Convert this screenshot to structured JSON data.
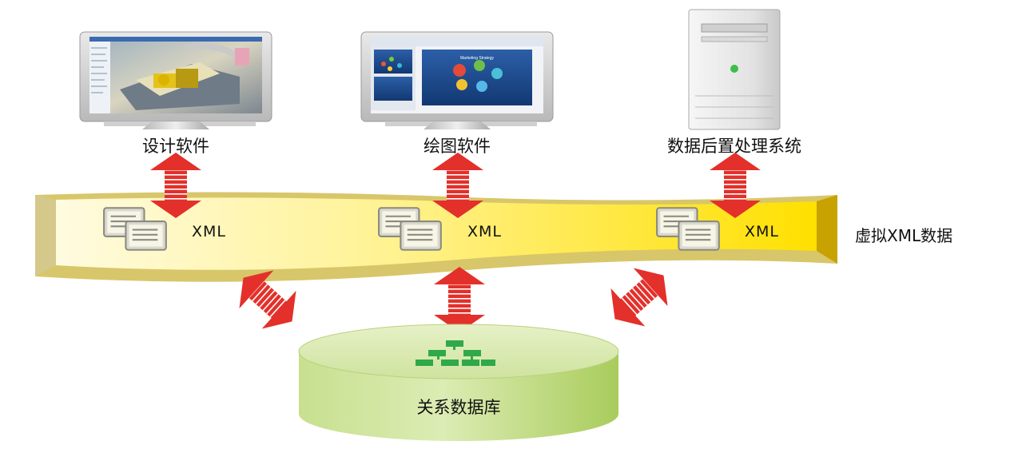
{
  "nodes": {
    "design": {
      "label": "设计软件"
    },
    "drawing": {
      "label": "绘图软件"
    },
    "postprocess": {
      "label": "数据后置处理系统"
    },
    "database": {
      "label": "关系数据库"
    }
  },
  "band": {
    "label": "虚拟XML数据",
    "xml_labels": [
      "XML",
      "XML",
      "XML"
    ]
  },
  "screens": {
    "drawing_slide_title": "Marketing Strategy"
  },
  "colors": {
    "band_fill": "#ffe34a",
    "band_edge": "#d8b800",
    "arrow_red": "#e3302a",
    "db_green": "#c4dc8c",
    "tree_green": "#2fa94a"
  }
}
